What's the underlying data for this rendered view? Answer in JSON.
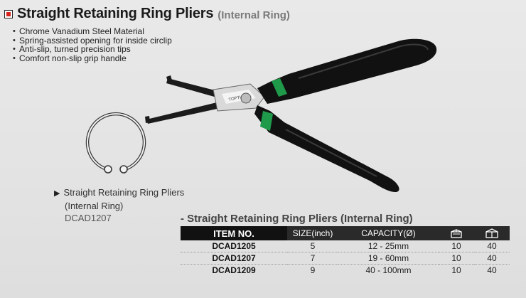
{
  "header": {
    "title": "Straight Retaining Ring Pliers",
    "subtitle": "(Internal Ring)"
  },
  "features": [
    "Chrome Vanadium Steel Material",
    "Spring-assisted opening for inside circlip",
    "Anti-slip, turned precision tips",
    "Comfort non-slip grip handle"
  ],
  "product": {
    "handle_color": "#111111",
    "band_color": "#1f9a4a",
    "label_text": "TOPTUL"
  },
  "caption": {
    "line1": "Straight Retaining Ring Pliers",
    "line2": "(Internal Ring)",
    "code": "DCAD1207"
  },
  "table": {
    "title": "- Straight Retaining Ring Pliers (Internal Ring)",
    "headers": {
      "item": "ITEM NO.",
      "size": "SIZE(inch)",
      "capacity": "CAPACITY(Ø)",
      "inner_icon": "inner-box-icon",
      "carton_icon": "carton-icon"
    },
    "rows": [
      {
        "item": "DCAD1205",
        "size": "5",
        "capacity": "12 - 25mm",
        "inner": "10",
        "carton": "40"
      },
      {
        "item": "DCAD1207",
        "size": "7",
        "capacity": "19 - 60mm",
        "inner": "10",
        "carton": "40"
      },
      {
        "item": "DCAD1209",
        "size": "9",
        "capacity": "40 - 100mm",
        "inner": "10",
        "carton": "40"
      }
    ]
  },
  "colors": {
    "accent": "#d6221b",
    "header_bg": "#2a2a2a",
    "item_header_bg": "#111111"
  }
}
